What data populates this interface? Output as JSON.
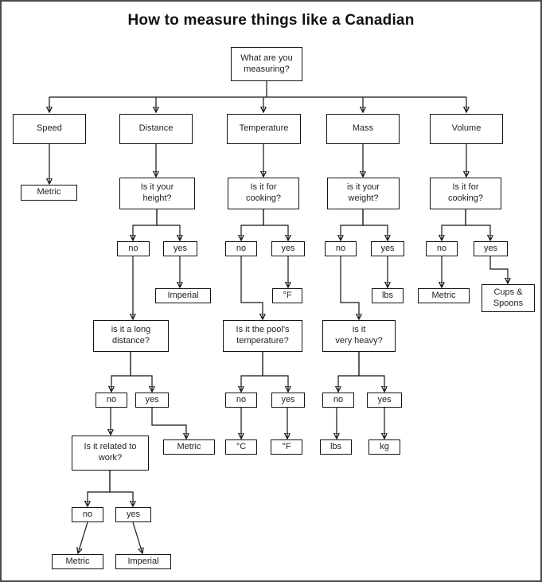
{
  "title": "How to measure things like a Canadian",
  "colors": {
    "background": "#ffffff",
    "box_border": "#141414",
    "line": "#141414",
    "text": "#222222"
  },
  "nodes": {
    "root": "What are you\nmeasuring?",
    "speed": "Speed",
    "distance": "Distance",
    "temperature": "Temperature",
    "mass": "Mass",
    "volume": "Volume",
    "speed_metric": "Metric",
    "q_height": "Is it your\nheight?",
    "q_cooking_temp": "Is it for\ncooking?",
    "q_weight": "is it your\nweight?",
    "q_cooking_vol": "Is it for\ncooking?",
    "height_no": "no",
    "height_yes": "yes",
    "cooking_temp_no": "no",
    "cooking_temp_yes": "yes",
    "weight_no": "no",
    "weight_yes": "yes",
    "cooking_vol_no": "no",
    "cooking_vol_yes": "yes",
    "height_imperial": "Imperial",
    "cooking_temp_f": "°F",
    "weight_lbs": "lbs",
    "vol_metric": "Metric",
    "vol_cups": "Cups &\nSpoons",
    "q_long_distance": "is it a long\ndistance?",
    "q_pool": "Is it the pool's\ntemperature?",
    "q_heavy": "is it\nvery heavy?",
    "long_no": "no",
    "long_yes": "yes",
    "pool_no": "no",
    "pool_yes": "yes",
    "heavy_no": "no",
    "heavy_yes": "yes",
    "long_metric": "Metric",
    "pool_c": "°C",
    "pool_f": "°F",
    "heavy_lbs": "lbs",
    "heavy_kg": "kg",
    "q_work": "Is it related to\nwork?",
    "work_no": "no",
    "work_yes": "yes",
    "work_metric": "Metric",
    "work_imperial": "Imperial"
  }
}
